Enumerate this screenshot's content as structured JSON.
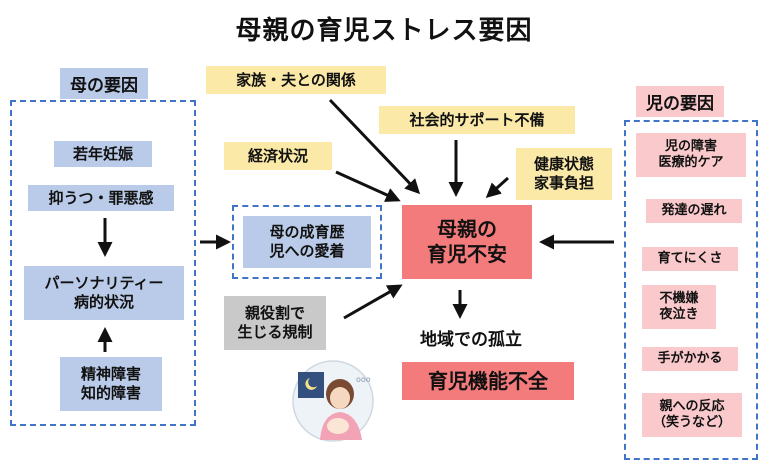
{
  "title": "母親の育児ストレス要因",
  "mother_factors": {
    "header": "母の要因",
    "items": [
      "若年妊娠",
      "抑うつ・罪悪感",
      "パーソナリティー\n病的状況",
      "精神障害\n知的障害"
    ]
  },
  "mother_growth": "母の成育歴\n児への愛着",
  "external_factors": {
    "family": "家族・夫との関係",
    "social_support": "社会的サポート不備",
    "economic": "経済状況",
    "health": "健康状態\n家事負担",
    "role": "親役割で\n生じる規制"
  },
  "center": {
    "anxiety": "母親の\n育児不安",
    "isolation": "地域での孤立",
    "dysfunction": "育児機能不全"
  },
  "child_factors": {
    "header": "児の要因",
    "items": [
      "児の障害\n医療的ケア",
      "発達の遅れ",
      "育てにくさ",
      "不機嫌\n夜泣き",
      "手がかかる",
      "親への反応\n（笑うなど）"
    ]
  },
  "colors": {
    "mother": "#b9cbe8",
    "external": "#fbe9a8",
    "child": "#f9c9cc",
    "center": "#f47b7b",
    "role": "#c9c9c9",
    "dashed_border": "#3f74c6"
  }
}
